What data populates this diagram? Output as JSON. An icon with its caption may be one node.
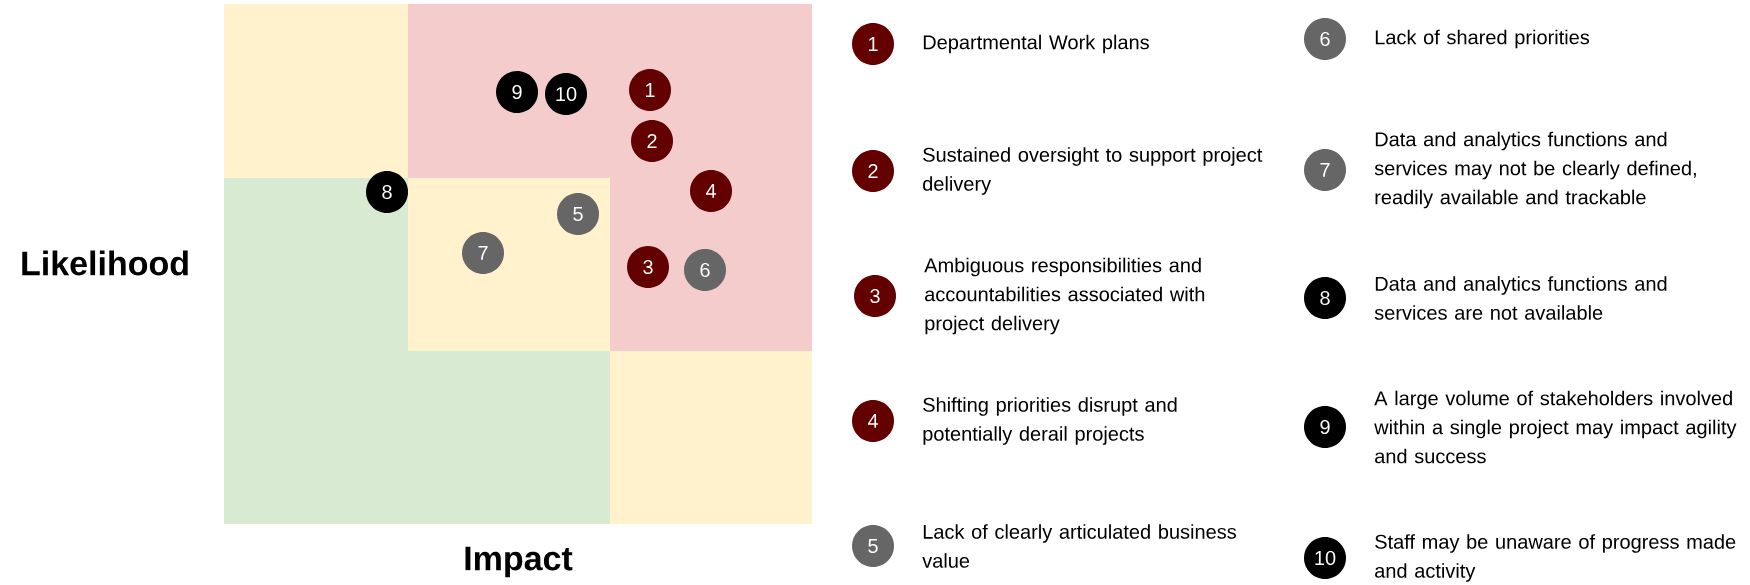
{
  "diagram": {
    "nodes": [
      {
        "text": [
          "1"
        ]
      },
      {
        "text": [
          "2"
        ]
      },
      {
        "text": [
          "3"
        ]
      },
      {
        "text": [
          "4"
        ]
      },
      {
        "text": [
          "5"
        ]
      },
      {
        "text": [
          "6"
        ]
      },
      {
        "text": [
          "7"
        ]
      },
      {
        "text": [
          "8"
        ]
      },
      {
        "text": [
          "9"
        ]
      },
      {
        "text": [
          "10"
        ]
      },
      {
        "text": [
          "1"
        ],
        "beside": [
          "Departmental Work plans"
        ]
      },
      {
        "text": [
          "2"
        ],
        "beside": [
          "Sustained oversight to support project delivery"
        ]
      },
      {
        "text": [
          "3"
        ],
        "beside": [
          "Ambiguous responsibilities and accountabilities associated with project delivery"
        ]
      },
      {
        "text": [
          "4"
        ],
        "beside": [
          "Shifting priorities disrupt and potentially derail projects"
        ]
      },
      {
        "text": [
          "5"
        ],
        "beside": [
          "Lack of clearly articulated business value"
        ]
      },
      {
        "text": [
          "6"
        ],
        "beside": [
          "Lack of shared priorities"
        ]
      },
      {
        "text": [
          "7"
        ],
        "beside": [
          "Data and analytics functions and services may not be clearly defined, readily available and trackable"
        ]
      },
      {
        "text": [
          "8"
        ],
        "beside": [
          "Data and analytics functions and services are not available"
        ]
      },
      {
        "text": [
          "9"
        ],
        "beside": [
          "A large volume of stakeholders involved within a single project may impact agility and success"
        ]
      },
      {
        "text": [
          "10"
        ],
        "beside": [
          "Staff may be unaware of progress made and activity"
        ]
      }
    ],
    "labels": [
      "Likelihood",
      "Impact"
    ]
  }
}
